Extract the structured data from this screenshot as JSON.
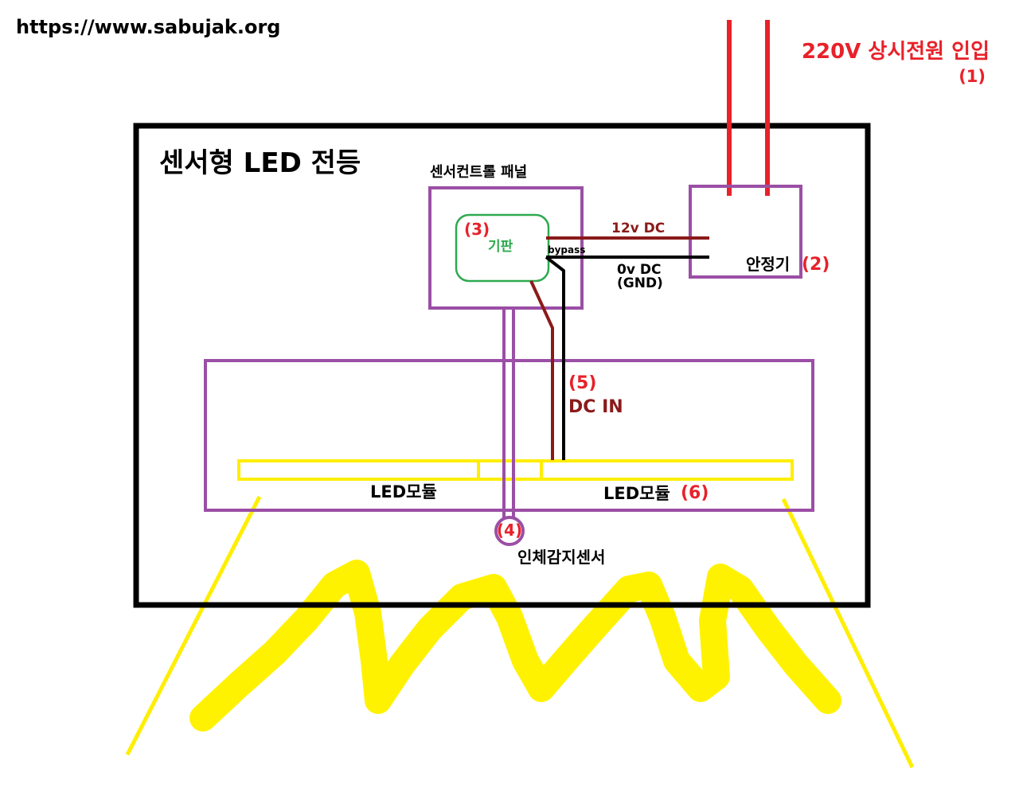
{
  "website_url": "https://www.sabujak.org",
  "power_input_label": "220V 상시전원 인입",
  "power_input_number": "(1)",
  "lamp_title": "센서형 LED 전등",
  "sensor_panel_label": "센서컨트롤 패널",
  "pcb_number": "(3)",
  "pcb_label": "기판",
  "bypass_label": "bypass",
  "dc12v_label": "12v DC",
  "dc0v_label": "0v DC",
  "gnd_label": "(GND)",
  "ballast_label": "안정기",
  "ballast_number": "(2)",
  "dc_in_number": "(5)",
  "dc_in_label": "DC IN",
  "led_module_left_label": "LED모듈",
  "led_module_right_label": "LED모듈",
  "led_module_number": "(6)",
  "sensor_number": "(4)",
  "sensor_label": "인체감지센서",
  "colors": {
    "frame": "#000000",
    "purple": "#9b4fa5",
    "green_pcb": "#2eaa4f",
    "red_power": "#e8212a",
    "red_label": "#e8212a",
    "dark_red_wire": "#8b1a1a",
    "yellow_light": "#ffee00",
    "yellow_glow": "#fff200"
  }
}
